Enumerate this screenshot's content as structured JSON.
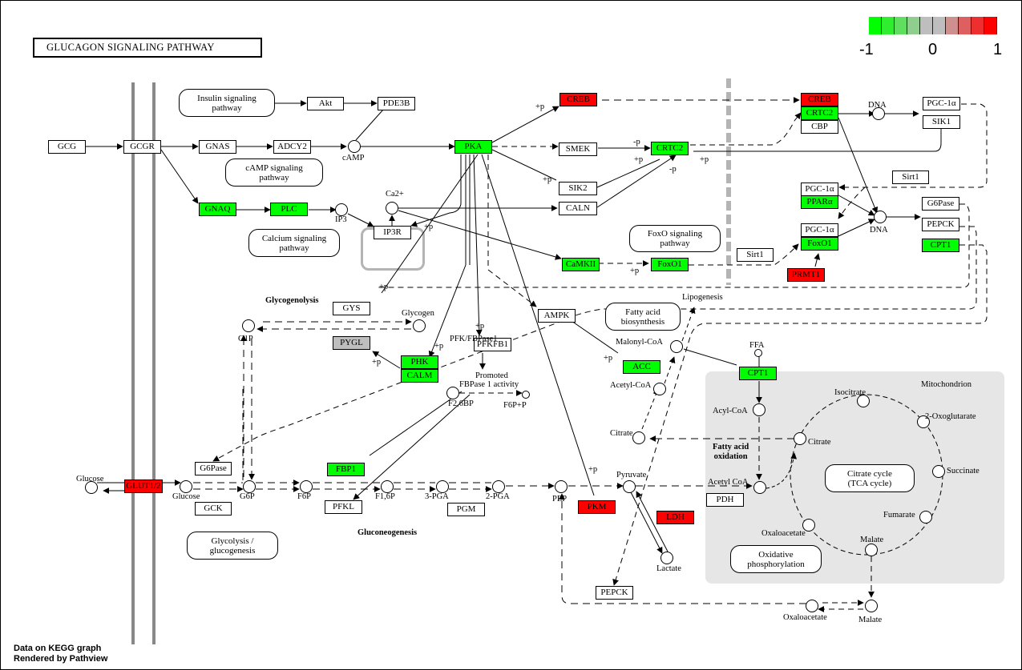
{
  "title": "GLUCAGON SIGNALING PATHWAY",
  "colors": {
    "up": "#ff0000",
    "down": "#00ff00",
    "neutral": "#bebebe",
    "white": "#ffffff"
  },
  "legend": {
    "ticks": [
      "-1",
      "0",
      "1"
    ],
    "swatches": [
      "#00ff00",
      "#2fee2f",
      "#5fde5f",
      "#8fce8f",
      "#bebebe",
      "#bebebe",
      "#ce8f8f",
      "#de5f5f",
      "#ee2f2f",
      "#ff0000"
    ]
  },
  "footer": {
    "line1": "Data on KEGG graph",
    "line2": "Rendered by Pathview"
  },
  "genes": [
    {
      "id": "GCG",
      "label": "GCG",
      "color": "#ffffff"
    },
    {
      "id": "GCGR",
      "label": "GCGR",
      "color": "#ffffff"
    },
    {
      "id": "GNAS",
      "label": "GNAS",
      "color": "#ffffff"
    },
    {
      "id": "ADCY2",
      "label": "ADCY2",
      "color": "#ffffff"
    },
    {
      "id": "Akt",
      "label": "Akt",
      "color": "#ffffff"
    },
    {
      "id": "PDE3B",
      "label": "PDE3B",
      "color": "#ffffff"
    },
    {
      "id": "PKA",
      "label": "PKA",
      "color": "#00ff00"
    },
    {
      "id": "CREB1",
      "label": "CREB",
      "color": "#ff0000"
    },
    {
      "id": "SMEK",
      "label": "SMEK",
      "color": "#ffffff"
    },
    {
      "id": "SIK2",
      "label": "SIK2",
      "color": "#ffffff"
    },
    {
      "id": "CALN",
      "label": "CALN",
      "color": "#ffffff"
    },
    {
      "id": "CRTC2a",
      "label": "CRTC2",
      "color": "#00ff00"
    },
    {
      "id": "CREB2",
      "label": "CREB",
      "color": "#ff0000"
    },
    {
      "id": "CRTC2b",
      "label": "CRTC2",
      "color": "#00ff00"
    },
    {
      "id": "CBP",
      "label": "CBP",
      "color": "#ffffff"
    },
    {
      "id": "PGC1a1",
      "label": "PGC-1α",
      "color": "#ffffff"
    },
    {
      "id": "SIK1",
      "label": "SIK1",
      "color": "#ffffff"
    },
    {
      "id": "Sirt1a",
      "label": "Sirt1",
      "color": "#ffffff"
    },
    {
      "id": "PGC1a2",
      "label": "PGC-1α",
      "color": "#ffffff"
    },
    {
      "id": "PPARa",
      "label": "PPARα",
      "color": "#00ff00"
    },
    {
      "id": "PGC1a3",
      "label": "PGC-1α",
      "color": "#ffffff"
    },
    {
      "id": "FoxO1b",
      "label": "FoxO1",
      "color": "#00ff00"
    },
    {
      "id": "G6Pase1",
      "label": "G6Pase",
      "color": "#ffffff"
    },
    {
      "id": "PEPCK1",
      "label": "PEPCK",
      "color": "#ffffff"
    },
    {
      "id": "CPT1a",
      "label": "CPT1",
      "color": "#00ff00"
    },
    {
      "id": "GNAQ",
      "label": "GNAQ",
      "color": "#00ff00"
    },
    {
      "id": "PLC",
      "label": "PLC",
      "color": "#00ff00"
    },
    {
      "id": "IP3R",
      "label": "IP3R",
      "color": "#ffffff"
    },
    {
      "id": "CaMKII",
      "label": "CaMKII",
      "color": "#00ff00"
    },
    {
      "id": "FoxO1a",
      "label": "FoxO1",
      "color": "#00ff00"
    },
    {
      "id": "Sirt1b",
      "label": "Sirt1",
      "color": "#ffffff"
    },
    {
      "id": "PRMT1",
      "label": "PRMT1",
      "color": "#ff0000"
    },
    {
      "id": "GYS",
      "label": "GYS",
      "color": "#ffffff"
    },
    {
      "id": "PYGL",
      "label": "PYGL",
      "color": "#bebebe"
    },
    {
      "id": "PHK",
      "label": "PHK",
      "color": "#00ff00"
    },
    {
      "id": "CALM",
      "label": "CALM",
      "color": "#00ff00"
    },
    {
      "id": "PFKFB1",
      "label": "PFKFB1",
      "color": "#ffffff"
    },
    {
      "id": "AMPK",
      "label": "AMPK",
      "color": "#ffffff"
    },
    {
      "id": "ACC",
      "label": "ACC",
      "color": "#00ff00"
    },
    {
      "id": "CPT1b",
      "label": "CPT1",
      "color": "#00ff00"
    },
    {
      "id": "GLUT12",
      "label": "GLUT1/2",
      "color": "#ff0000"
    },
    {
      "id": "G6Pase2",
      "label": "G6Pase",
      "color": "#ffffff"
    },
    {
      "id": "GCK",
      "label": "GCK",
      "color": "#ffffff"
    },
    {
      "id": "FBP1",
      "label": "FBP1",
      "color": "#00ff00"
    },
    {
      "id": "PFKL",
      "label": "PFKL",
      "color": "#ffffff"
    },
    {
      "id": "PGM",
      "label": "PGM",
      "color": "#ffffff"
    },
    {
      "id": "PKM",
      "label": "PKM",
      "color": "#ff0000"
    },
    {
      "id": "LDH",
      "label": "LDH",
      "color": "#ff0000"
    },
    {
      "id": "PDH",
      "label": "PDH",
      "color": "#ffffff"
    },
    {
      "id": "PEPCK2",
      "label": "PEPCK",
      "color": "#ffffff"
    }
  ],
  "compounds": {
    "cAMP": "cAMP",
    "Ca": "Ca2+",
    "IP3": "IP3",
    "DNA1": "DNA",
    "DNA2": "DNA",
    "G1P": "G1P",
    "Glycogen": "Glycogen",
    "F26BP": "F2,6BP",
    "F6PP": "F6P+P",
    "Lipogenesis": "Lipogenesis",
    "MalonylCoA": "Malonyl-CoA",
    "AcetylCoA1": "Acetyl-CoA",
    "Citrate1": "Citrate",
    "FFA": "FFA",
    "AcylCoA": "Acyl-CoA",
    "AcetylCoA2": "Acetyl CoA",
    "Citrate2": "Citrate",
    "Isocitrate": "Isocitrate",
    "Oxoglutarate": "2-Oxoglutarate",
    "Succinate": "Succinate",
    "Fumarate": "Fumarate",
    "Malate1": "Malate",
    "Oxaloacetate1": "Oxaloacetate",
    "Glucose1": "Glucose",
    "Glucose2": "Glucose",
    "G6P": "G6P",
    "F6P": "F6P",
    "F16P": "F1,6P",
    "PGA3": "3-PGA",
    "PGA2": "2-PGA",
    "PEP": "PEP",
    "Pyruvate": "Pyruvate",
    "Lactate": "Lactate",
    "Oxaloacetate2": "Oxaloacetate",
    "Malate2": "Malate"
  },
  "labels": {
    "pfk_fbpase": "PFK/FBPase1",
    "promoted": "Promoted",
    "fbpase_activity": "FBPase 1 activity",
    "glycogenolysis": "Glycogenolysis",
    "gluconeogenesis": "Gluconeogenesis",
    "fatty_acid_oxidation": "Fatty acid\noxidation",
    "mitochondrion": "Mitochondrion",
    "plus_p": "+p",
    "minus_p": "-p"
  },
  "pathways": {
    "insulin": "Insulin signaling\npathway",
    "camp": "cAMP signaling\npathway",
    "calcium": "Calcium signaling\npathway",
    "foxo": "FoxO signaling\npathway",
    "fatty_acid_bio": "Fatty acid\nbiosynthesis",
    "glycolysis": "Glycolysis /\nglucogenesis",
    "tca": "Citrate cycle\n(TCA cycle)",
    "oxphos": "Oxidative\nphosphorylation"
  }
}
